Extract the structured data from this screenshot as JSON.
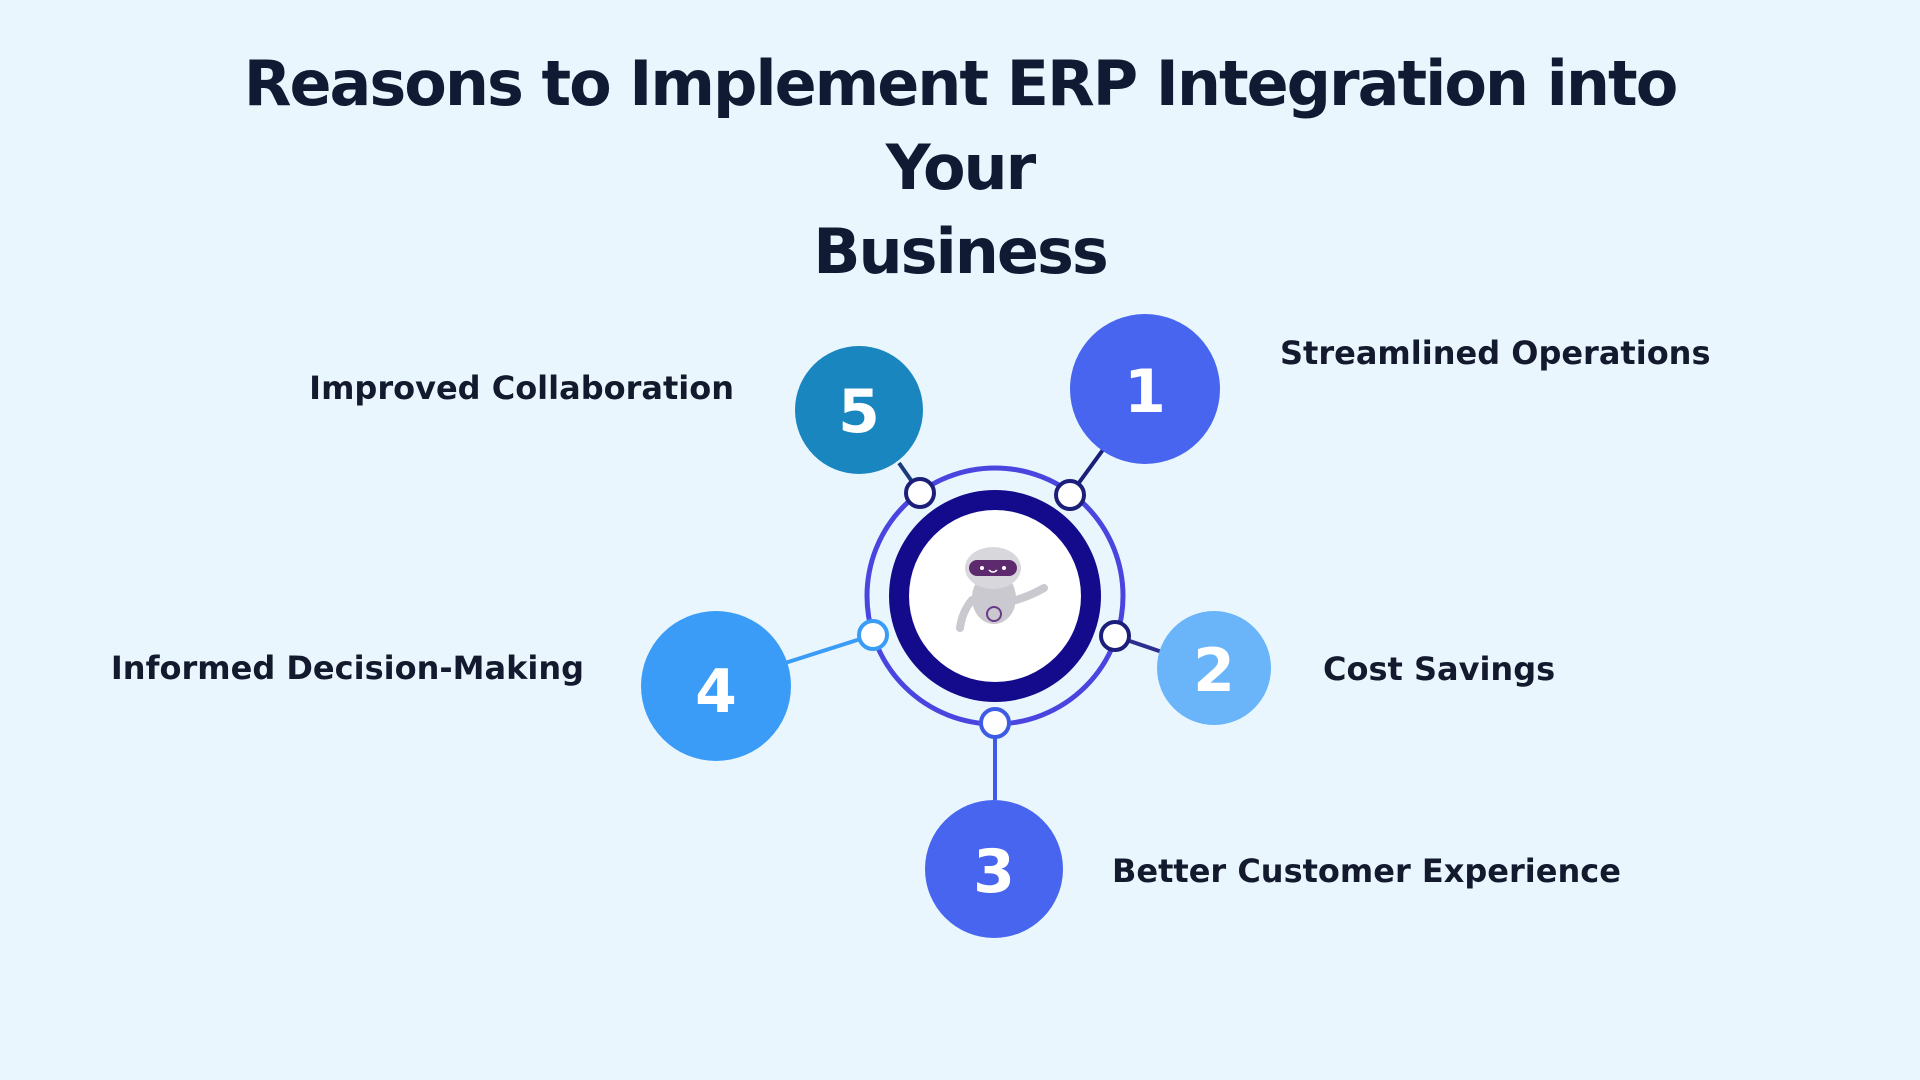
{
  "title": {
    "line1": "Reasons to Implement ERP Integration into Your",
    "line2": "Business"
  },
  "colors": {
    "background": "#eaf6fe",
    "title_text": "#111a33",
    "hub_outer_ring": "#4b45e0",
    "hub_inner_ring": "#140b8c",
    "connector": "#2b2f8f"
  },
  "center": {
    "icon": "robot-icon"
  },
  "reasons": [
    {
      "number": "1",
      "label": "Streamlined Operations",
      "color": "#4865ef"
    },
    {
      "number": "2",
      "label": "Cost Savings",
      "color": "#6ab4fa"
    },
    {
      "number": "3",
      "label": "Better Customer Experience",
      "color": "#4865ef"
    },
    {
      "number": "4",
      "label": "Informed Decision-Making",
      "color": "#3a9cf7"
    },
    {
      "number": "5",
      "label": "Improved Collaboration",
      "color": "#1a86c0"
    }
  ]
}
